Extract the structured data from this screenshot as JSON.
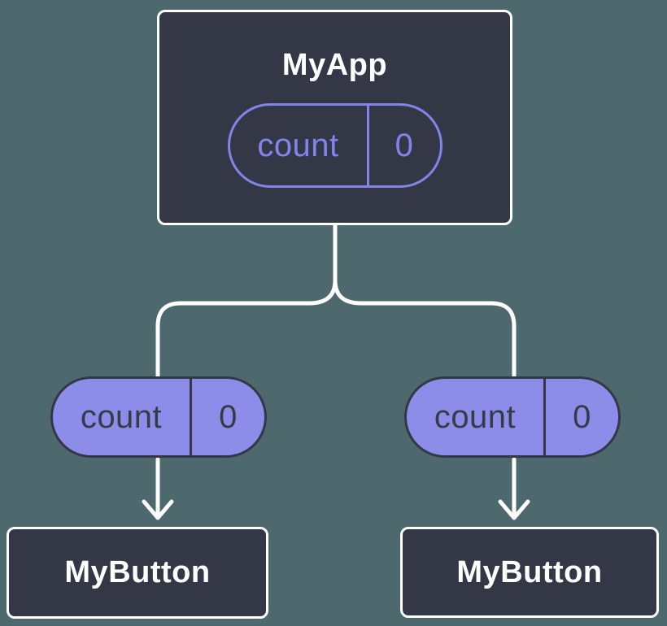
{
  "diagram": {
    "title_hint": "component tree with props passed down",
    "root": {
      "name": "MyApp",
      "prop": {
        "label": "count",
        "value": "0"
      }
    },
    "children": [
      {
        "name": "MyButton",
        "prop": {
          "label": "count",
          "value": "0"
        }
      },
      {
        "name": "MyButton",
        "prop": {
          "label": "count",
          "value": "0"
        }
      }
    ]
  },
  "colors": {
    "background": "#4D696E",
    "node_fill": "#343846",
    "node_border": "#FFFFFF",
    "prop_pill_outline": "#8185EA",
    "prop_pill_fill": "#8B8DE9",
    "prop_pill_dark_text": "#373B48",
    "connector": "#FFFFFF"
  }
}
